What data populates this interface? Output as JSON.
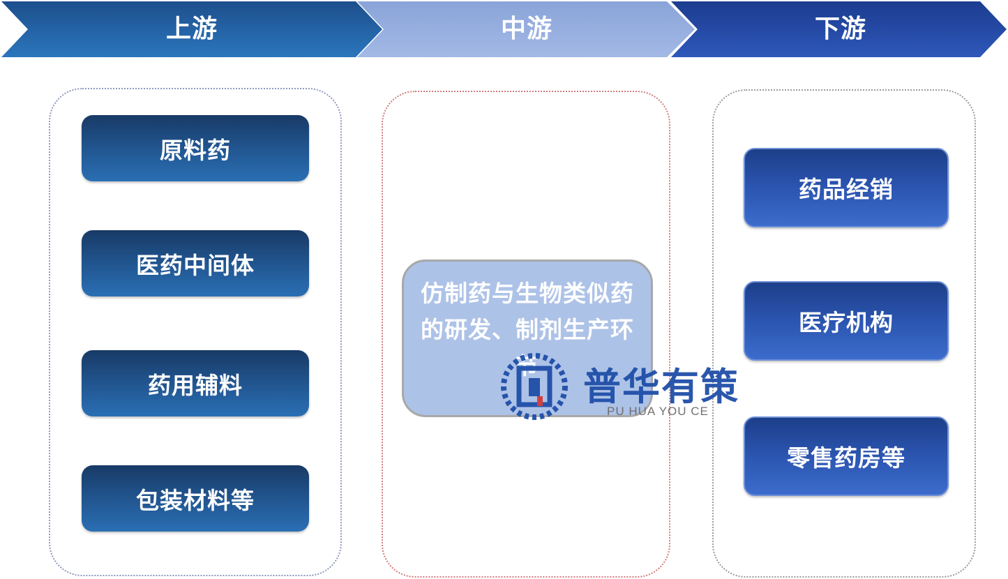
{
  "stages": [
    {
      "label": "上游"
    },
    {
      "label": "中游"
    },
    {
      "label": "下游"
    }
  ],
  "upstream_items": [
    "原料药",
    "医药中间体",
    "药用辅料",
    "包装材料等"
  ],
  "midstream_item": "仿制药与生物类似药的研发、制剂生产环节",
  "downstream_items": [
    "药品经销",
    "医疗机构",
    "零售药房等"
  ],
  "watermark": {
    "name_cn": "普华有策",
    "name_en": "PU HUA YOU CE"
  },
  "colors": {
    "upstream_arrow": "#2465a8",
    "midstream_arrow": "#94acdd",
    "downstream_arrow": "#2647a3",
    "upstream_box": "#21558f",
    "downstream_box": "#2b55b0",
    "midstream_box": "#a9bfe6"
  }
}
